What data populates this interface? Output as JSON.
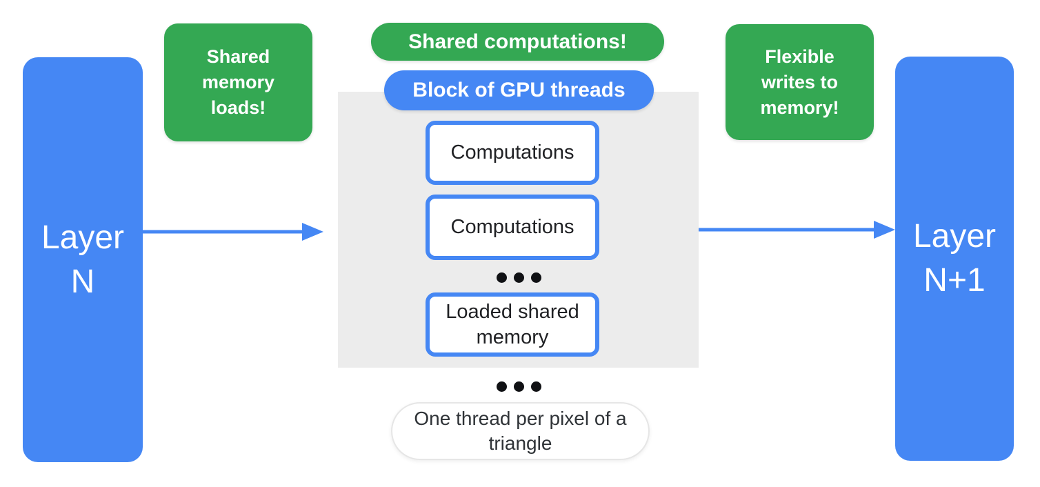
{
  "diagram": {
    "layer_n": {
      "line1": "Layer",
      "line2": "N"
    },
    "layer_n_plus_1": {
      "line1": "Layer",
      "line2": "N+1"
    },
    "callouts": {
      "shared_memory_loads": "Shared memory loads!",
      "shared_computations": "Shared computations!",
      "flexible_writes": "Flexible writes to memory!"
    },
    "gpu_block": {
      "label": "Block of GPU threads",
      "items": [
        {
          "label": "Computations"
        },
        {
          "label": "Computations"
        },
        {
          "label": "Loaded shared memory"
        }
      ]
    },
    "bottom_note": "One thread per pixel of a triangle",
    "icons": {
      "inner_more": "ellipsis-icon",
      "outer_more": "ellipsis-icon",
      "left_flow": "arrow-right-icon",
      "right_flow": "arrow-right-icon"
    },
    "colors": {
      "blue": "#4587F4",
      "green": "#34A853",
      "panel_gray": "#ECECEC",
      "text_dark": "#202124",
      "note_border": "#E6E6E6",
      "background": "#FFFFFF"
    }
  }
}
